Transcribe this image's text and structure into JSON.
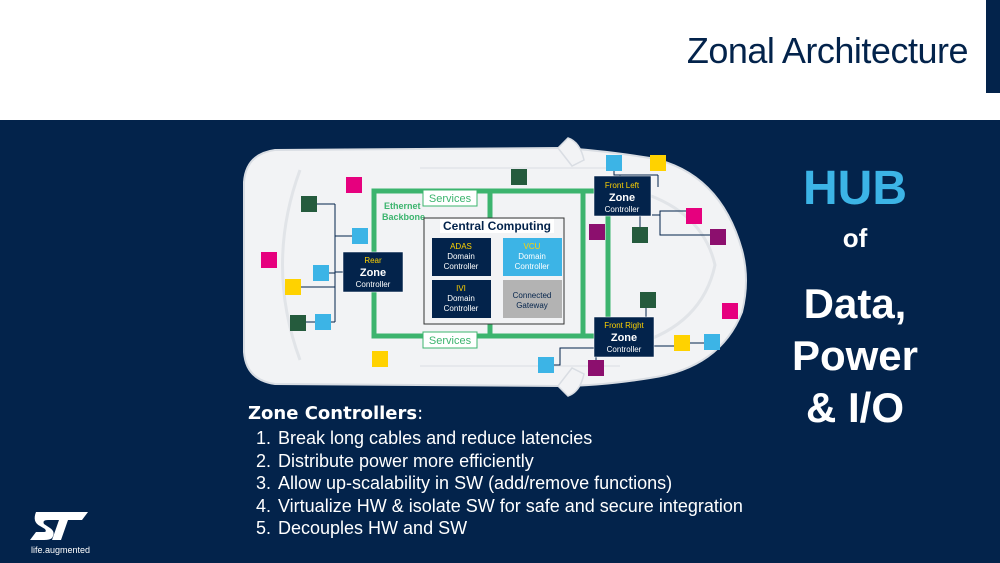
{
  "title": "Zonal Architecture",
  "diagram": {
    "services_top": "Services",
    "services_bottom": "Services",
    "ethernet_backbone": [
      "Ethernet",
      "Backbone"
    ],
    "central_computing": "Central Computing",
    "adas": {
      "name": "ADAS",
      "line1": "Domain",
      "line2": "Controller"
    },
    "vcu": {
      "name": "VCU",
      "line1": "Domain",
      "line2": "Controller"
    },
    "ivi": {
      "name": "IVI",
      "line1": "Domain",
      "line2": "Controller"
    },
    "gateway": {
      "line1": "Connected",
      "line2": "Gateway"
    },
    "rear_zone": {
      "loc": "Rear",
      "name": "Zone",
      "sub": "Controller"
    },
    "front_left_zone": {
      "loc": "Front Left",
      "name": "Zone",
      "sub": "Controller"
    },
    "front_right_zone": {
      "loc": "Front Right",
      "name": "Zone",
      "sub": "Controller"
    }
  },
  "hub": {
    "word": "HUB",
    "of": "of",
    "lines": [
      "Data,",
      "Power",
      "& I/O"
    ]
  },
  "zone_controllers": {
    "heading": "Zone Controllers",
    "colon": ":",
    "items": [
      "Break long cables and reduce latencies",
      "Distribute power more efficiently",
      "Allow up-scalability in SW (add/remove functions)",
      "Virtualize HW & isolate SW for safe and secure integration",
      "Decouples HW and SW"
    ]
  },
  "logo": {
    "text": "ST",
    "tagline": "life.augmented"
  },
  "colors": {
    "navy": "#03234b",
    "accent": "#3cb4e6",
    "green": "#3cb46e",
    "magenta": "#e6007e",
    "yellow": "#ffd200",
    "dark_green": "#255b3d",
    "purple": "#8c0f6e"
  }
}
